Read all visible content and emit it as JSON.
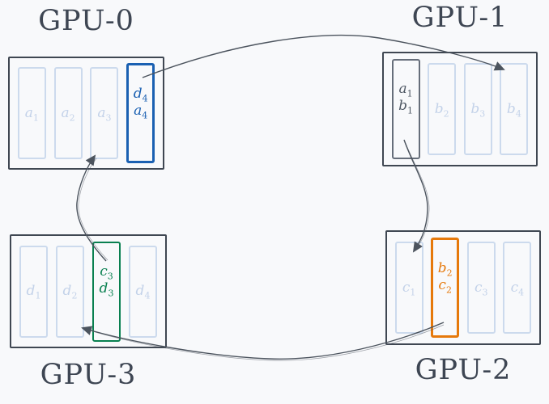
{
  "colors": {
    "background": "#f8f9fb",
    "box_border": "#3f4752",
    "title_text": "#3e4653",
    "faded_slot_border": "#ccdaed",
    "faded_slot_text": "#c3d2e9",
    "highlight_blue": "#1a60b2",
    "highlight_gray_border": "#666e7a",
    "highlight_gray_text": "#4e5763",
    "highlight_green": "#098050",
    "highlight_orange": "#e6790b",
    "arrow": "#4c545e"
  },
  "gpus": [
    {
      "name": "GPU-0",
      "title_position": "above",
      "slots": [
        {
          "type": "faded",
          "labels": [
            {
              "base": "a",
              "sub": "1"
            }
          ]
        },
        {
          "type": "faded",
          "labels": [
            {
              "base": "a",
              "sub": "2"
            }
          ]
        },
        {
          "type": "faded",
          "labels": [
            {
              "base": "a",
              "sub": "3"
            }
          ]
        },
        {
          "type": "highlight",
          "accent": "blue",
          "labels": [
            {
              "base": "d",
              "sub": "4"
            },
            {
              "base": "a",
              "sub": "4"
            }
          ]
        }
      ]
    },
    {
      "name": "GPU-1",
      "title_position": "above",
      "slots": [
        {
          "type": "highlight",
          "accent": "gray",
          "labels": [
            {
              "base": "a",
              "sub": "1"
            },
            {
              "base": "b",
              "sub": "1"
            }
          ]
        },
        {
          "type": "faded",
          "labels": [
            {
              "base": "b",
              "sub": "2"
            }
          ]
        },
        {
          "type": "faded",
          "labels": [
            {
              "base": "b",
              "sub": "3"
            }
          ]
        },
        {
          "type": "faded",
          "labels": [
            {
              "base": "b",
              "sub": "4"
            }
          ]
        }
      ]
    },
    {
      "name": "GPU-2",
      "title_position": "below",
      "slots": [
        {
          "type": "faded",
          "labels": [
            {
              "base": "c",
              "sub": "1"
            }
          ]
        },
        {
          "type": "highlight",
          "accent": "orange",
          "labels": [
            {
              "base": "b",
              "sub": "2"
            },
            {
              "base": "c",
              "sub": "2"
            }
          ]
        },
        {
          "type": "faded",
          "labels": [
            {
              "base": "c",
              "sub": "3"
            }
          ]
        },
        {
          "type": "faded",
          "labels": [
            {
              "base": "c",
              "sub": "4"
            }
          ]
        }
      ]
    },
    {
      "name": "GPU-3",
      "title_position": "below",
      "slots": [
        {
          "type": "faded",
          "labels": [
            {
              "base": "d",
              "sub": "1"
            }
          ]
        },
        {
          "type": "faded",
          "labels": [
            {
              "base": "d",
              "sub": "2"
            }
          ]
        },
        {
          "type": "highlight",
          "accent": "green",
          "labels": [
            {
              "base": "c",
              "sub": "3"
            },
            {
              "base": "d",
              "sub": "3"
            }
          ]
        },
        {
          "type": "faded",
          "labels": [
            {
              "base": "d",
              "sub": "4"
            }
          ]
        }
      ]
    }
  ],
  "arrows": [
    {
      "name": "gpu0-to-gpu1",
      "from": "GPU-0 block d4/a4",
      "to": "GPU-1 block b4"
    },
    {
      "name": "gpu1-to-gpu2",
      "from": "GPU-1 block a1/b1",
      "to": "GPU-2 block c1"
    },
    {
      "name": "gpu2-to-gpu3",
      "from": "GPU-2 block b2/c2",
      "to": "GPU-3 block d2"
    },
    {
      "name": "gpu3-to-gpu0",
      "from": "GPU-3 block c3/d3",
      "to": "GPU-0 block a3"
    }
  ]
}
